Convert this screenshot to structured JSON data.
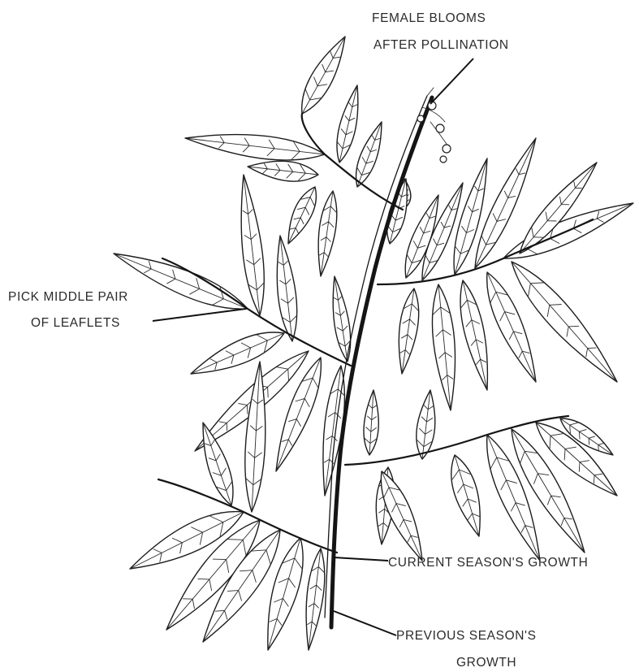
{
  "labels": {
    "female_blooms_line1": "FEMALE BLOOMS",
    "female_blooms_line2": "AFTER POLLINATION",
    "pick_middle_line1": "PICK MIDDLE PAIR",
    "pick_middle_line2": "OF LEAFLETS",
    "current_growth": "CURRENT SEASON'S GROWTH",
    "previous_growth_line1": "PREVIOUS SEASON'S",
    "previous_growth_line2": "GROWTH"
  },
  "colors": {
    "ink": "#1c1c1c",
    "background": "#ffffff"
  }
}
